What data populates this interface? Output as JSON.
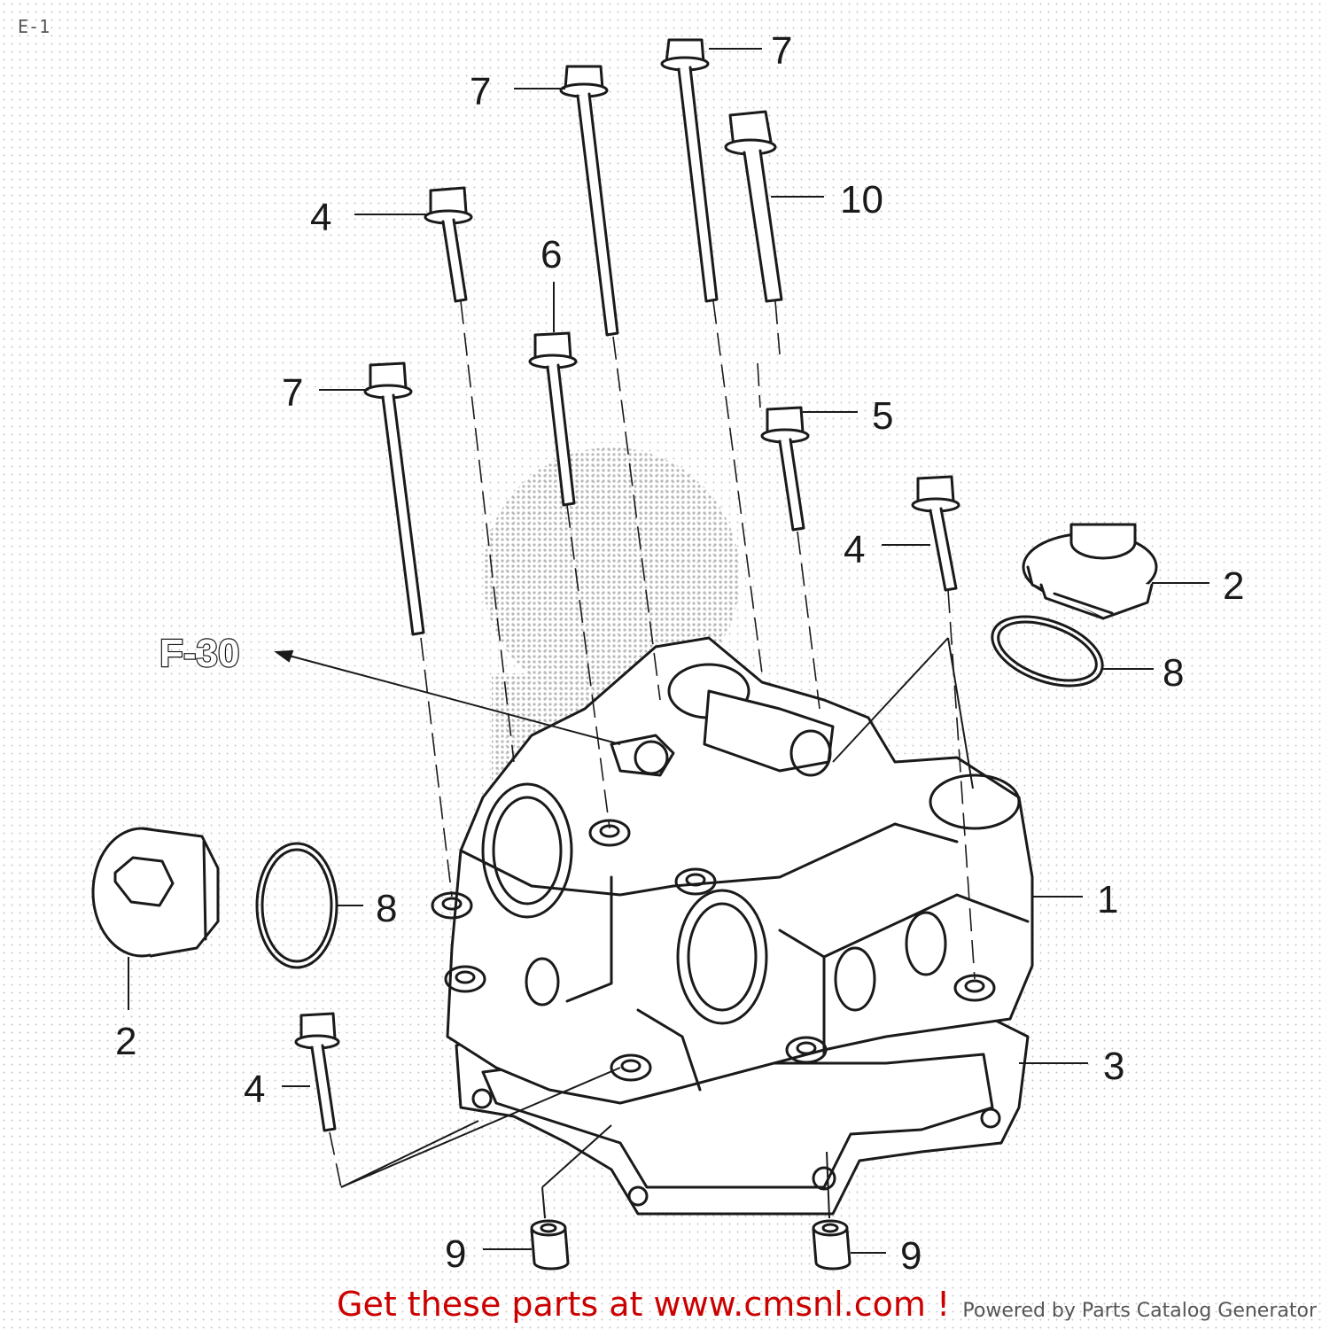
{
  "page": {
    "section_code": "E-1"
  },
  "callouts": {
    "bolt_long_top_left": "7",
    "bolt_long_top_center": "7",
    "bolt_long_left": "7",
    "bolt_short_left": "4",
    "bolt_short_right": "4",
    "bolt_short_bottom": "4",
    "bolt_5": "5",
    "bolt_6": "6",
    "bolt_10": "10",
    "cover": "1",
    "cap_right": "2",
    "cap_left": "2",
    "gasket": "3",
    "oring_right": "8",
    "oring_left": "8",
    "dowel_left": "9",
    "dowel_right": "9"
  },
  "reference": {
    "label": "F-30"
  },
  "footer": {
    "promo": "Get these parts at www.cmsnl.com !",
    "powered_by": "Powered by Parts Catalog Generator"
  },
  "colors": {
    "line": "#1a1a1a",
    "promo": "#cc0000",
    "watermark": "#b8b8b8"
  }
}
